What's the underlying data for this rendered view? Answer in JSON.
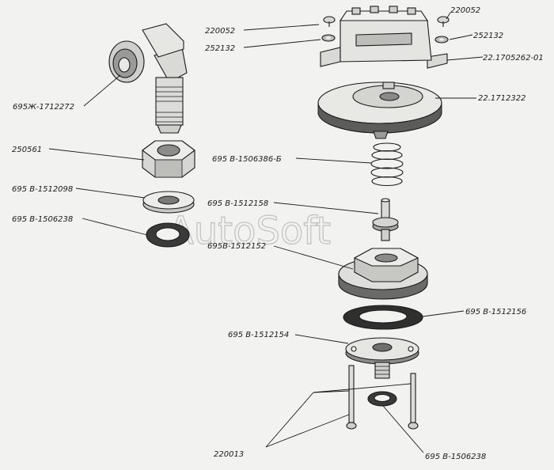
{
  "watermark": "AutoSoft",
  "labels": {
    "screw_top_left": "220052",
    "washer_top_left": "252132",
    "screw_top_right": "220052",
    "washer_top_right": "252132",
    "cover": "22.1705262-01",
    "disc": "22.1712322",
    "elbow": "695Ж-1712272",
    "spring": "695 В-1506386-Б",
    "nut": "250561",
    "washer_1512098": "695 В-1512098",
    "rubber_ring_top": "695 В-1506238",
    "pin": "695 В-1512158",
    "housing": "695В-1512152",
    "gasket": "695 В-1512156",
    "base_plate": "695 В-1512154",
    "long_screws": "220013",
    "rubber_ring_bottom": "695 В-1506238"
  }
}
